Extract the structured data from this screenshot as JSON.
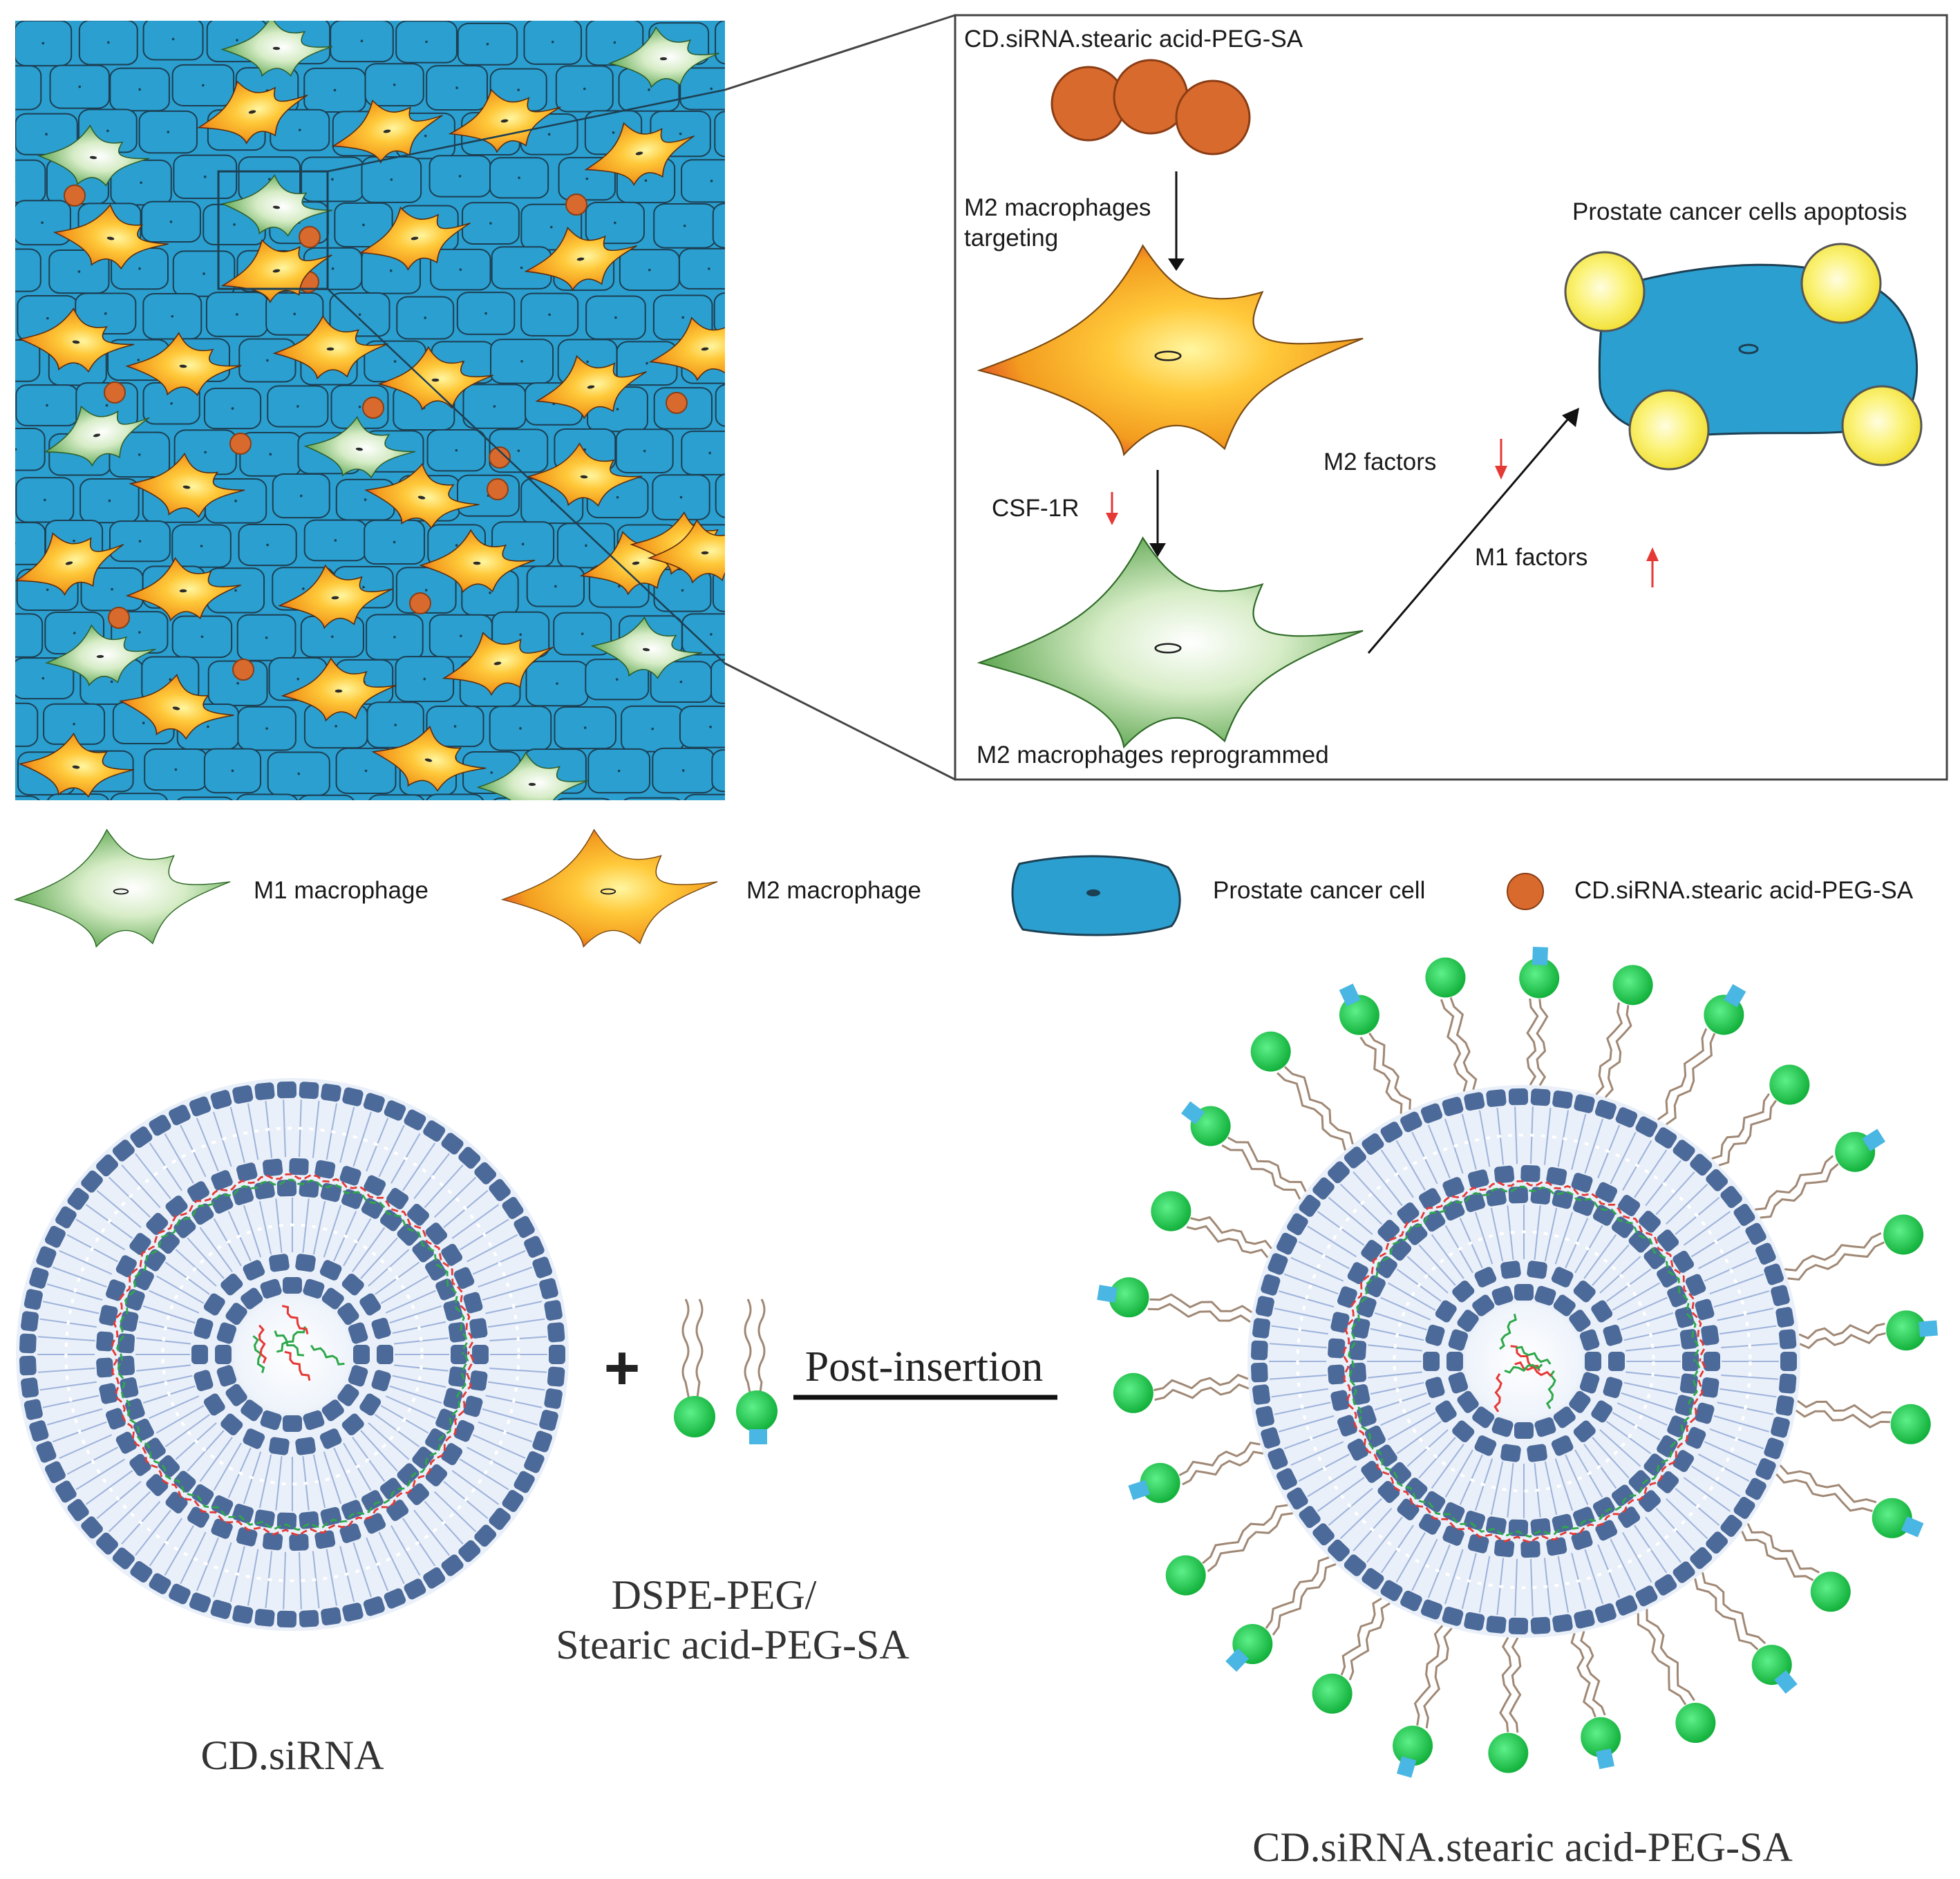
{
  "colors": {
    "tissue_blue": "#2a9fd0",
    "cell_outline": "#1d3f52",
    "m2_orange": "#f39c1f",
    "m2_yellow": "#ffd84a",
    "m2_red": "#e0442a",
    "m1_green": "#5aa84a",
    "m1_light": "#e6f4d9",
    "particle_orange": "#d86a2d",
    "apoptosis_yellow": "#f7e743",
    "bilayer_navy": "#4c6a99",
    "bilayer_light": "#cfdcf2",
    "peg_green": "#1fc34a",
    "peg_tail": "#a08875",
    "ligand_blue": "#49b6e3",
    "down_arrow_red": "#e53935"
  },
  "mechanism_panel": {
    "title": "CD.siRNA.stearic acid-PEG-SA",
    "step_targeting": [
      "M2 macrophages",
      "targeting"
    ],
    "label_csf1r": "CSF-1R",
    "label_reprogrammed": "M2 macrophages reprogrammed",
    "label_m2_factors": "M2 factors",
    "label_m1_factors": "M1 factors",
    "label_apoptosis": "Prostate cancer cells apoptosis"
  },
  "legend": {
    "m1": "M1 macrophage",
    "m2": "M2 macrophage",
    "cancer_cell": "Prostate cancer cell",
    "particle": "CD.siRNA.stearic acid-PEG-SA"
  },
  "assembly": {
    "plus": "+",
    "process_label": "Post-insertion",
    "reagent_line1": "DSPE-PEG/",
    "reagent_line2": "Stearic acid-PEG-SA",
    "left_label": "CD.siRNA",
    "right_label": "CD.siRNA.stearic acid-PEG-SA"
  },
  "icons": [
    "m1-macrophage-icon",
    "m2-macrophage-icon",
    "cancer-cell-icon",
    "nanoparticle-icon",
    "down-arrow-icon",
    "up-arrow-icon",
    "plus-icon"
  ]
}
